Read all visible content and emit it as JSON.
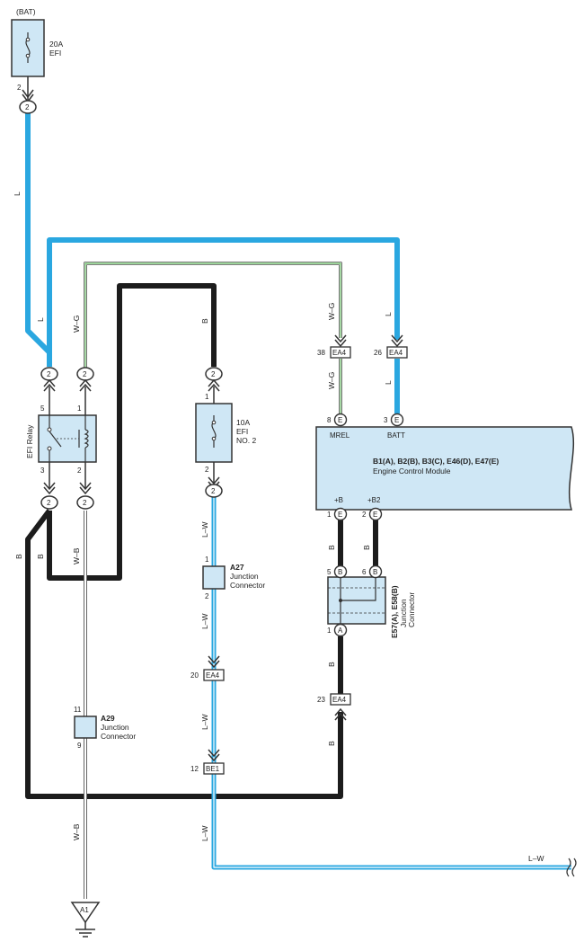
{
  "colors": {
    "wire_blue": "#2aa7e0",
    "wire_black": "#1c1c1c",
    "wire_white": "#ffffff",
    "wire_green": "#3aa935",
    "wire_outline": "#555555",
    "component_fill": "#cfe7f5",
    "component_stroke": "#333333"
  },
  "power_source": "(BAT)",
  "fuse_efi": {
    "rating": "20A",
    "name": "EFI",
    "pin": "2",
    "connector": "2"
  },
  "efi_relay": {
    "label": "EFI Relay",
    "pin5": "5",
    "pin1": "1",
    "pin3": "3",
    "pin2": "2",
    "conn_top_left": "2",
    "conn_top_right": "2",
    "conn_bot_left": "2",
    "conn_bot_right": "2"
  },
  "fuse_efi2": {
    "rating": "10A",
    "name1": "EFI",
    "name2": "NO. 2",
    "pin_top": "1",
    "pin_bot": "2",
    "conn_top": "2",
    "conn_bot": "2"
  },
  "wires": {
    "L": "L",
    "W_G": "W–G",
    "B": "B",
    "W_B": "W–B",
    "L_W": "L–W"
  },
  "a27": {
    "id": "A27",
    "line1": "Junction",
    "line2": "Connector",
    "pin_top": "1",
    "pin_bot": "2"
  },
  "a29": {
    "id": "A29",
    "line1": "Junction",
    "line2": "Connector",
    "pin_top": "11",
    "pin_bot": "9"
  },
  "ea4_left": {
    "label": "EA4",
    "pin": "20"
  },
  "be1": {
    "label": "BE1",
    "pin": "12"
  },
  "ea4_mrel": {
    "label": "EA4",
    "pin": "38"
  },
  "ea4_batt": {
    "label": "EA4",
    "pin": "26"
  },
  "ea4_bottom": {
    "label": "EA4",
    "pin": "23"
  },
  "ecm": {
    "connectors": "B1(A), B2(B), B3(C), E46(D), E47(E)",
    "name": "Engine Control Module",
    "mrel_label": "MREL",
    "mrel_pin": "8",
    "mrel_conn": "E",
    "batt_label": "BATT",
    "batt_pin": "3",
    "batt_conn": "E",
    "b_label": "+B",
    "b_pin": "1",
    "b_conn": "E",
    "b2_label": "+B2",
    "b2_pin": "2",
    "b2_conn": "E"
  },
  "jc_e57": {
    "connectors": "E57(A), E58(B)",
    "line1": "Junction",
    "line2": "Connector",
    "pin5": "5",
    "pin5_conn": "B",
    "pin6": "6",
    "pin6_conn": "B",
    "pin1": "1",
    "pin1_conn": "A"
  },
  "ground": {
    "label": "A1"
  }
}
